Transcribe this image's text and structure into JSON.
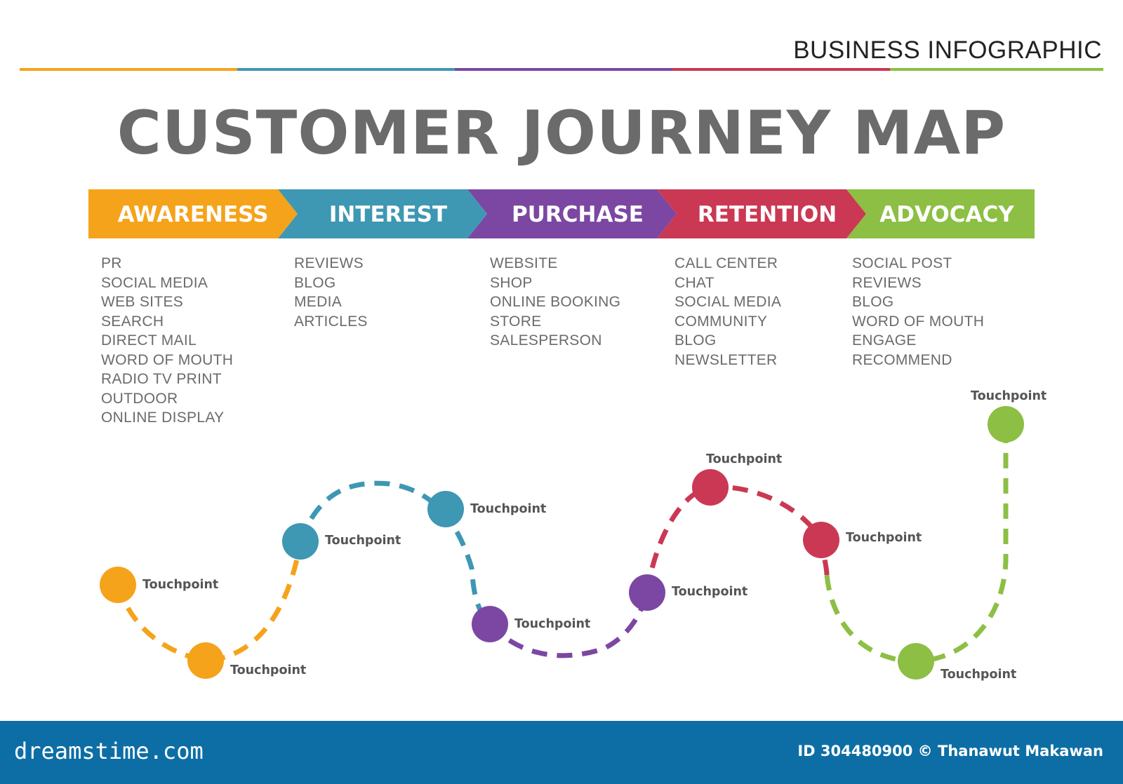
{
  "header": {
    "title": "BUSINESS INFOGRAPHIC"
  },
  "colors": {
    "awareness": "#f5a31a",
    "interest": "#3e97b3",
    "purchase": "#7b47a3",
    "retention": "#cb3854",
    "advocacy": "#8cbf44",
    "title_gray": "#6b6b6b",
    "footer_blue": "#0d6ea5"
  },
  "main": {
    "title": "CUSTOMER JOURNEY MAP"
  },
  "stages": [
    {
      "label": "AWARENESS",
      "items": [
        "PR",
        "SOCIAL MEDIA",
        "WEB SITES",
        "SEARCH",
        "DIRECT MAIL",
        "WORD OF MOUTH",
        "RADIO TV PRINT",
        "OUTDOOR",
        "ONLINE DISPLAY"
      ]
    },
    {
      "label": "INTEREST",
      "items": [
        "REVIEWS",
        "BLOG",
        "MEDIA",
        "ARTICLES"
      ]
    },
    {
      "label": "PURCHASE",
      "items": [
        "WEBSITE",
        "SHOP",
        "ONLINE BOOKING",
        "STORE",
        "SALESPERSON"
      ]
    },
    {
      "label": "RETENTION",
      "items": [
        "CALL CENTER",
        "CHAT",
        "SOCIAL MEDIA",
        "COMMUNITY",
        "BLOG",
        "NEWSLETTER"
      ]
    },
    {
      "label": "ADVOCACY",
      "items": [
        "SOCIAL POST",
        "REVIEWS",
        "BLOG",
        "WORD OF MOUTH",
        "ENGAGE",
        "RECOMMEND"
      ]
    }
  ],
  "touchpoints": {
    "label": "Touchpoint",
    "stages": [
      "awareness",
      "awareness",
      "interest",
      "interest",
      "purchase",
      "purchase",
      "retention",
      "retention",
      "advocacy",
      "advocacy"
    ]
  },
  "footer": {
    "brand": "dreamstime.com",
    "credit": "ID 304480900 © Thanawut Makawan"
  }
}
